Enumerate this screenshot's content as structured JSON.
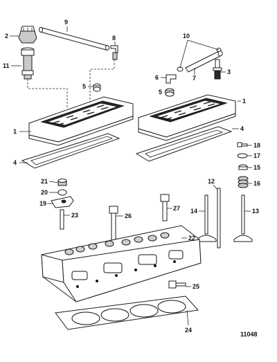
{
  "diagram": {
    "figure_number": "11048",
    "callouts": [
      "1",
      "1",
      "2",
      "3",
      "4",
      "4",
      "5",
      "5",
      "6",
      "7",
      "8",
      "9",
      "10",
      "11",
      "12",
      "13",
      "14",
      "15",
      "16",
      "17",
      "18",
      "19",
      "20",
      "21",
      "22",
      "23",
      "24",
      "25",
      "26",
      "27"
    ]
  }
}
